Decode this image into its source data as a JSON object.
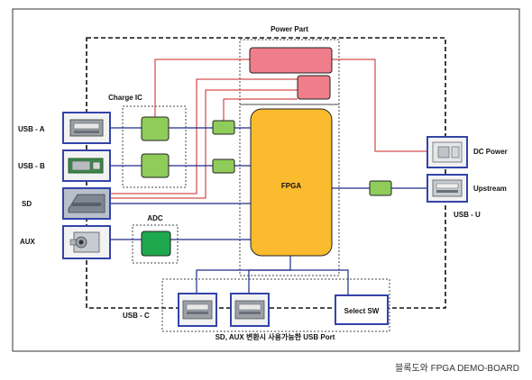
{
  "labels": {
    "power_part": "Power Part",
    "charge_ic": "Charge IC",
    "adc": "ADC",
    "fpga": "FPGA",
    "dc_power": "DC Power",
    "upstream": "Upstream",
    "usb_u": "USB - U",
    "usb_a": "USB - A",
    "usb_b": "USB - B",
    "sd": "SD",
    "aux": "AUX",
    "usb_c": "USB - C",
    "select_sw": "Select SW",
    "bottom_note": "SD, AUX 변환시 사용가능한 USB Port"
  },
  "caption": "블록도와 FPGA DEMO-BOARD",
  "colors": {
    "fpga": "#fbbb2e",
    "power_block": "#f07d8a",
    "charge_block": "#8fcc5a",
    "adc_block": "#1ea84e",
    "signal_line": "#1f2a8a",
    "power_line": "#cc2222",
    "port_frame": "#3344a8"
  },
  "icons": {
    "usb_a": "usb-a-connector-icon",
    "usb_b": "usb-b-connector-icon",
    "sd": "sd-card-slot-icon",
    "aux": "audio-jack-icon",
    "dc_power": "dc-power-jack-icon",
    "upstream": "usb-upstream-connector-icon",
    "usb_c_1": "usb-a-connector-icon",
    "usb_c_2": "usb-a-connector-icon"
  }
}
